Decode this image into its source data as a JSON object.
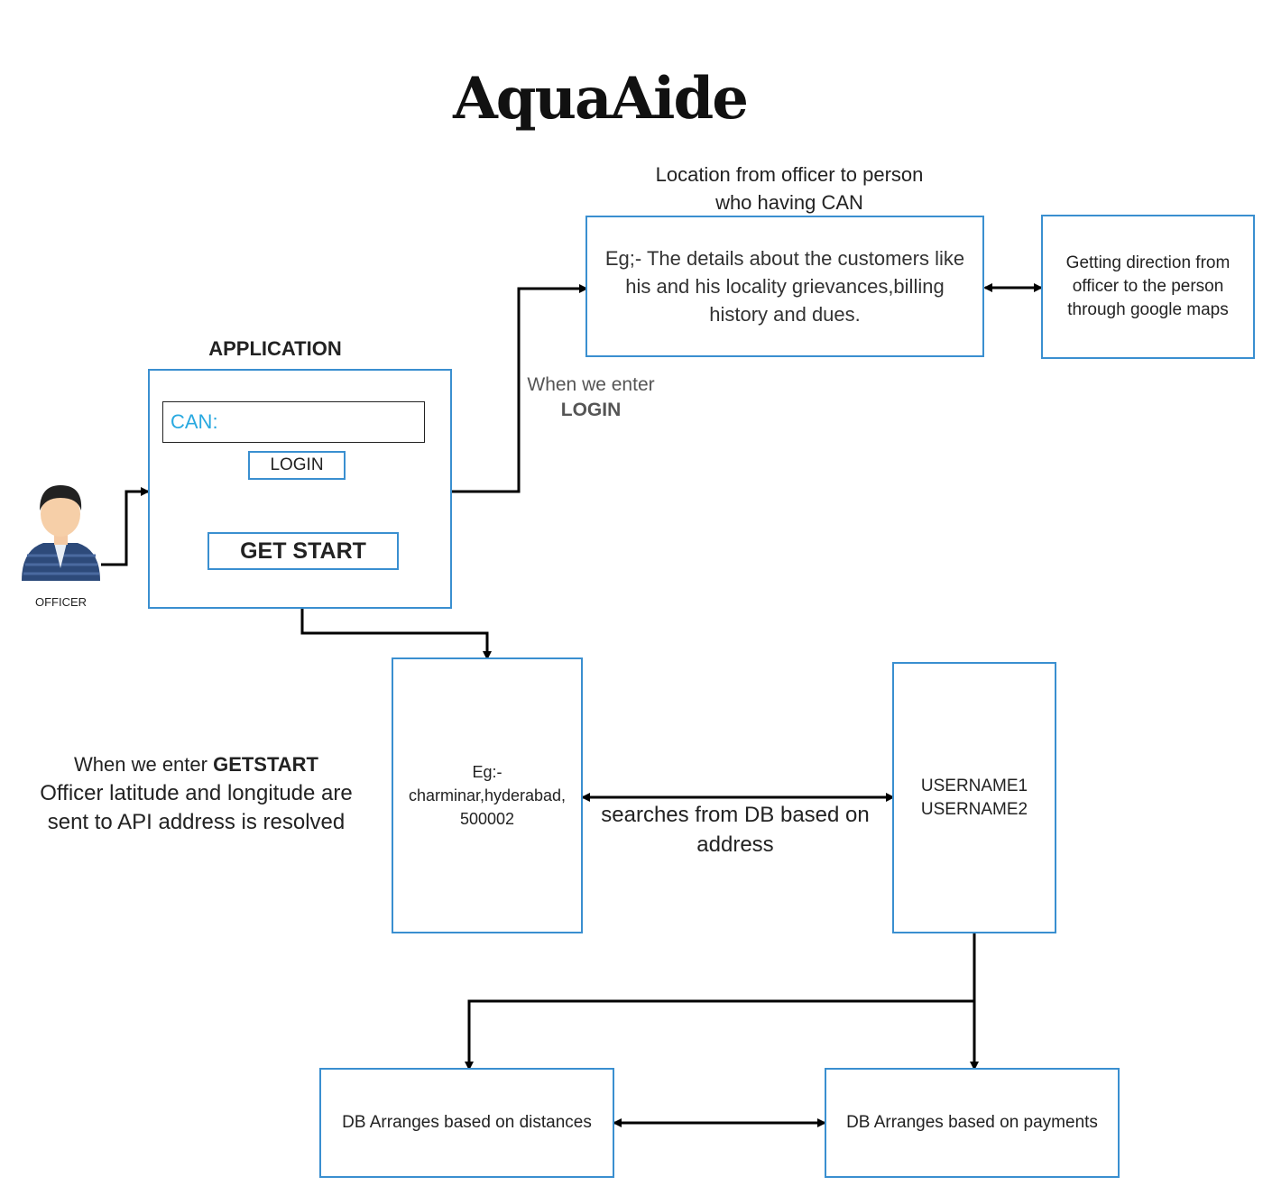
{
  "title": "AquaAide",
  "officer": {
    "label": "OFFICER"
  },
  "application": {
    "heading": "APPLICATION",
    "can_placeholder": "CAN:",
    "login_button": "LOGIN",
    "get_start_button": "GET START"
  },
  "login_flow": {
    "caption_line1": "Location from officer to person",
    "caption_line2": "who having CAN",
    "details_text": "Eg;- The details about the customers like his and his locality grievances,billing history and dues.",
    "directions_text": "Getting direction from officer to the person through google maps",
    "enter_label": "When we enter",
    "enter_label_bold": "LOGIN"
  },
  "getstart_flow": {
    "desc_prefix": "When we enter ",
    "desc_bold": "GETSTART",
    "desc_line2": "Officer latitude and longitude are",
    "desc_line3": "sent to API address is resolved",
    "address_text": "Eg:-\ncharminar,hyderabad,\n500002",
    "search_label": "searches from DB based on address",
    "user1": "USERNAME1",
    "user2": "USERNAME2",
    "db_distance": "DB Arranges based on distances",
    "db_payment": "DB Arranges based on payments"
  },
  "colors": {
    "box_border": "#3a8fd0",
    "can_text": "#29a9e0",
    "arrow": "#000000"
  }
}
